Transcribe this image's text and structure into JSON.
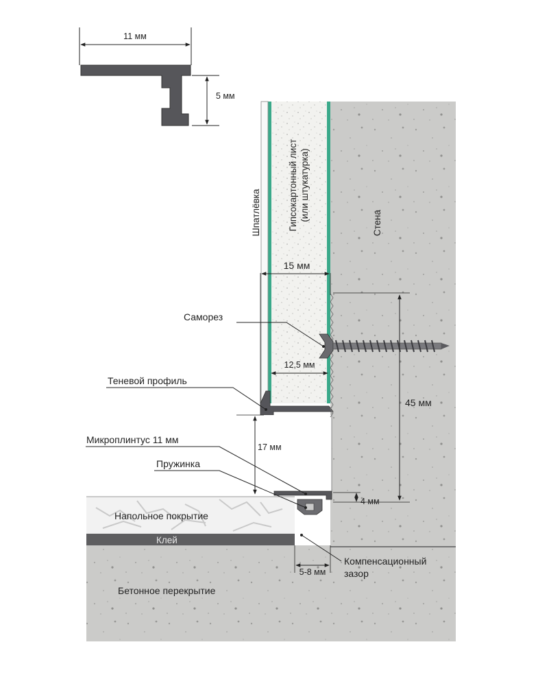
{
  "profile_detail": {
    "width_label": "11 мм",
    "height_label": "5 мм"
  },
  "labels": {
    "putty": "Шпатлёвка",
    "drywall_line1": "Гипсокартонный лист",
    "drywall_line2": "(или штукатурка)",
    "wall": "Стена",
    "screw": "Саморез",
    "shadow_profile": "Теневой профиль",
    "micro_skirting": "Микроплинтус 11 мм",
    "spring": "Пружинка",
    "floor_covering": "Напольное покрытие",
    "glue": "Клей",
    "concrete_slab": "Бетонное перекрытие",
    "comp_gap_line1": "Компенсационный",
    "comp_gap_line2": "зазор"
  },
  "dimensions": {
    "d15": "15 мм",
    "d12_5": "12,5 мм",
    "d45": "45 мм",
    "d17": "17 мм",
    "d4": "4 мм",
    "d5_8": "5-8 мм"
  },
  "colors": {
    "concrete": "#c9c9c7",
    "drywall": "#f1f1ee",
    "drywall_face": "#3aa98a",
    "profile_metal": "#555558",
    "glue": "#5e5e60",
    "line": "#222222"
  }
}
